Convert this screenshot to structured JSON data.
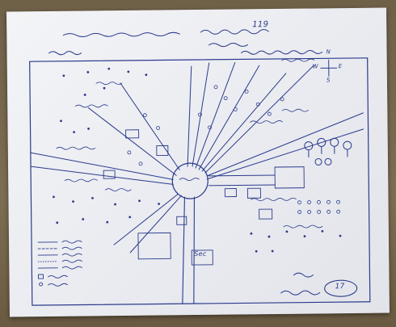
{
  "map": {
    "title_number": "119",
    "north_label": "N",
    "east_label": "E",
    "west_label": "W",
    "south_label": "S",
    "box_label_left": "Sec",
    "signature_number": "17",
    "ink_color": "#2b3a8c",
    "paper_color": "#eceef2",
    "background_color": "#7a6a4f"
  }
}
